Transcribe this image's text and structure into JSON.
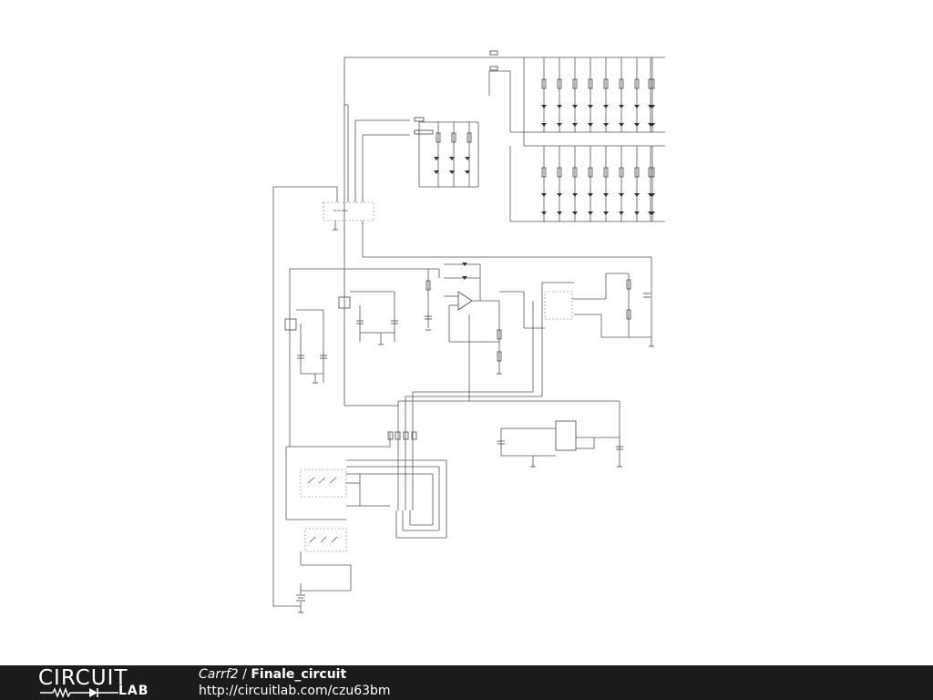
{
  "footer": {
    "logo_top": "CIRCUIT",
    "logo_bottom": "LAB",
    "author": "Carrf2",
    "separator": " / ",
    "circuit_name": "Finale_circuit",
    "url": "http://circuitlab.com/czu63bm"
  },
  "colors": {
    "footer_bg": "#1b1b1b",
    "footer_text": "#ffffff",
    "schematic_line": "#555555",
    "background": "#ffffff"
  }
}
